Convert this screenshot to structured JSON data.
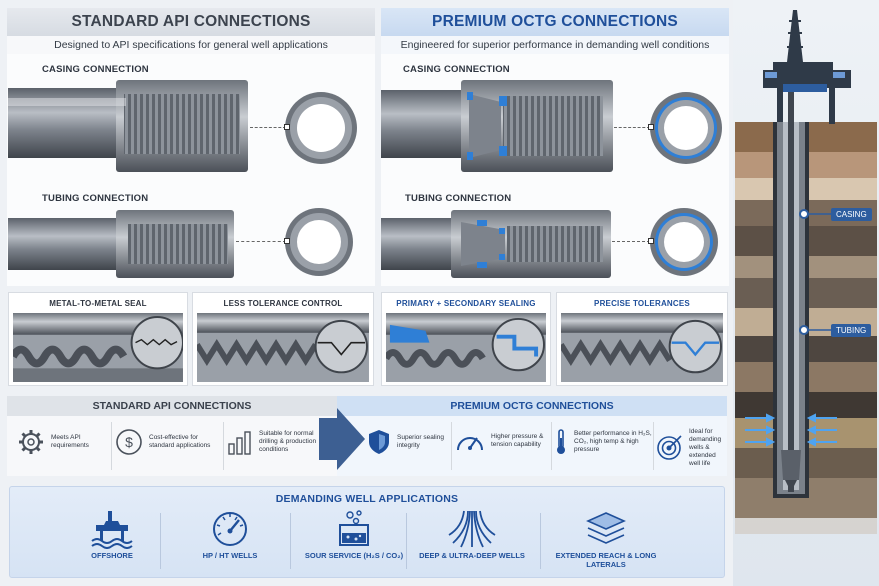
{
  "standard": {
    "title": "STANDARD API CONNECTIONS",
    "subtitle": "Designed to API specifications for general well applications",
    "casing_label": "CASING CONNECTION",
    "tubing_label": "TUBING CONNECTION",
    "detail_1": "METAL-TO-METAL SEAL",
    "detail_2": "LESS TOLERANCE CONTROL"
  },
  "premium": {
    "title": "PREMIUM OCTG CONNECTIONS",
    "subtitle": "Engineered for superior performance in demanding well conditions",
    "casing_label": "CASING CONNECTION",
    "tubing_label": "TUBING CONNECTION",
    "detail_1": "PRIMARY + SECONDARY SEALING",
    "detail_2": "PRECISE TOLERANCES"
  },
  "comparison": {
    "standard_header": "STANDARD API CONNECTIONS",
    "premium_header": "PREMIUM OCTG CONNECTIONS",
    "standard_features": [
      {
        "icon": "gear-icon",
        "text": "Meets API requirements"
      },
      {
        "icon": "dollar-icon",
        "text": "Cost-effective for standard applications"
      },
      {
        "icon": "bar-chart-icon",
        "text": "Suitable for normal drilling & production conditions"
      }
    ],
    "premium_features": [
      {
        "icon": "shield-icon",
        "text": "Superior sealing integrity"
      },
      {
        "icon": "gauge-icon",
        "text": "Higher pressure & tension capability"
      },
      {
        "icon": "thermometer-icon",
        "text": "Better performance in H₂S, CO₂, high temp & high pressure"
      },
      {
        "icon": "target-icon",
        "text": "Ideal for demanding wells & extended well life"
      }
    ]
  },
  "applications": {
    "title": "DEMANDING WELL APPLICATIONS",
    "items": [
      {
        "icon": "offshore-rig-icon",
        "label": "OFFSHORE"
      },
      {
        "icon": "pressure-gauge-icon",
        "label": "HP / HT WELLS"
      },
      {
        "icon": "sour-service-icon",
        "label": "SOUR SERVICE (H₂S / CO₂)"
      },
      {
        "icon": "deep-wells-icon",
        "label": "DEEP & ULTRA-DEEP WELLS"
      },
      {
        "icon": "layers-icon",
        "label": "EXTENDED REACH & LONG LATERALS"
      }
    ]
  },
  "well": {
    "casing_tag": "CASING",
    "tubing_tag": "TUBING"
  },
  "colors": {
    "premium_blue": "#1f4f9a",
    "seal_blue": "#2f7fd6",
    "steel": "#8a9099"
  }
}
